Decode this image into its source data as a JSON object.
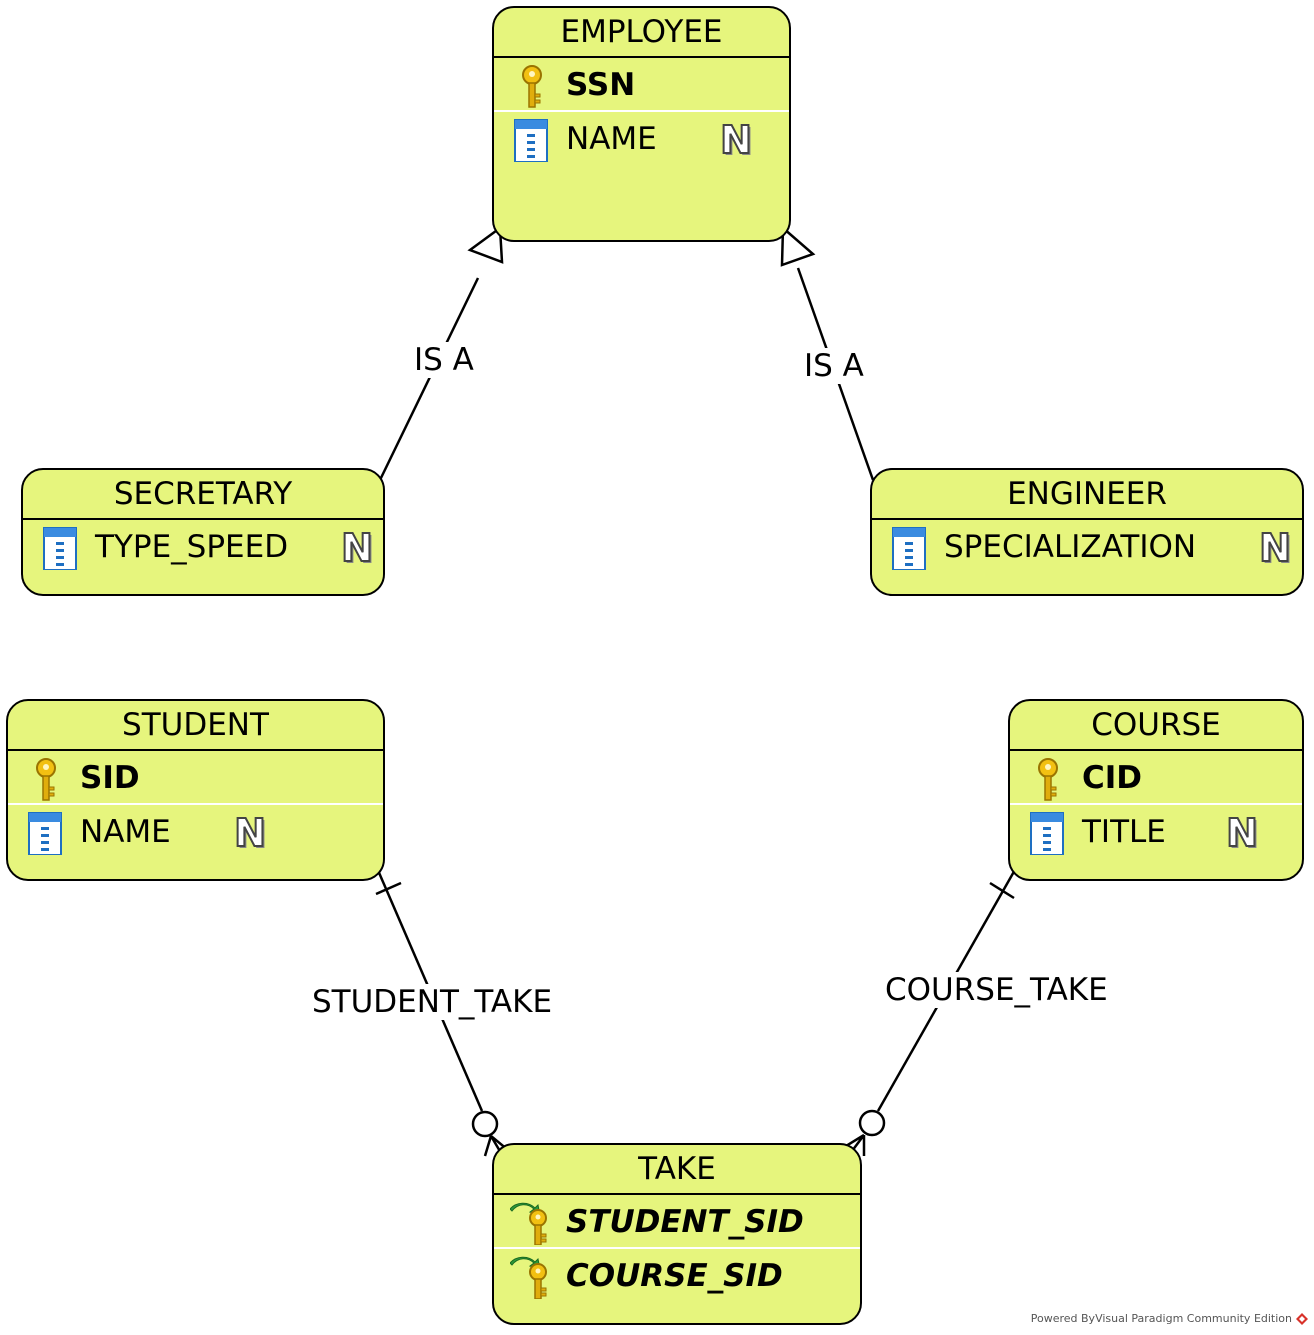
{
  "entities": {
    "employee": {
      "name": "EMPLOYEE",
      "columns": [
        {
          "name": "SSN",
          "kind": "primary-key"
        },
        {
          "name": "NAME",
          "kind": "column",
          "nullable_badge": "N"
        }
      ]
    },
    "secretary": {
      "name": "SECRETARY",
      "columns": [
        {
          "name": "TYPE_SPEED",
          "kind": "column",
          "nullable_badge": "N"
        }
      ]
    },
    "engineer": {
      "name": "ENGINEER",
      "columns": [
        {
          "name": "SPECIALIZATION",
          "kind": "column",
          "nullable_badge": "N"
        }
      ]
    },
    "student": {
      "name": "STUDENT",
      "columns": [
        {
          "name": "SID",
          "kind": "primary-key"
        },
        {
          "name": "NAME",
          "kind": "column",
          "nullable_badge": "N"
        }
      ]
    },
    "course": {
      "name": "COURSE",
      "columns": [
        {
          "name": "CID",
          "kind": "primary-key"
        },
        {
          "name": "TITLE",
          "kind": "column",
          "nullable_badge": "N"
        }
      ]
    },
    "take": {
      "name": "TAKE",
      "columns": [
        {
          "name": "STUDENT_SID",
          "kind": "foreign-key"
        },
        {
          "name": "COURSE_SID",
          "kind": "foreign-key"
        }
      ]
    }
  },
  "relationships": {
    "secretary_is_a": {
      "label": "IS A",
      "type": "generalization"
    },
    "engineer_is_a": {
      "label": "IS A",
      "type": "generalization"
    },
    "student_take": {
      "label": "STUDENT_TAKE",
      "type": "one-to-zero-or-many"
    },
    "course_take": {
      "label": "COURSE_TAKE",
      "type": "one-to-zero-or-many"
    }
  },
  "icons": {
    "primary_key": "key-icon",
    "column": "column-icon",
    "foreign_key": "foreign-key-icon",
    "logo": "visual-paradigm-logo-icon"
  },
  "colors": {
    "entity_fill": "#e6f57d",
    "outline": "#000000"
  },
  "footer": {
    "text": "Powered ByVisual Paradigm Community Edition"
  }
}
